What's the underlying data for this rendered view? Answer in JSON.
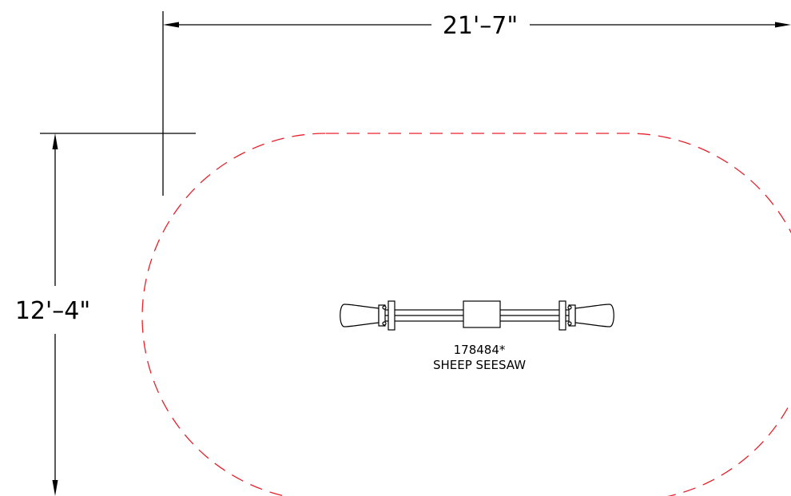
{
  "drawing": {
    "width_dimension": "21'–7\"",
    "height_dimension": "12'–4\"",
    "product_number": "178484*",
    "product_name": "SHEEP SEESAW",
    "colors": {
      "line": "#000000",
      "safety_zone": "#e8202a",
      "background": "#ffffff"
    }
  }
}
